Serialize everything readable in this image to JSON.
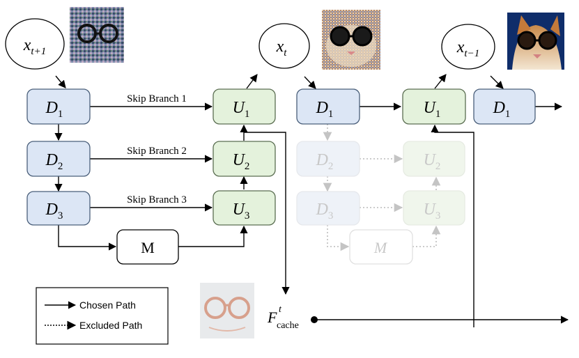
{
  "inputs": {
    "x_tp1": {
      "base": "x",
      "sub": "t+1"
    },
    "x_t": {
      "base": "x",
      "sub": "t"
    },
    "x_tm1": {
      "base": "x",
      "sub": "t−1"
    }
  },
  "step1": {
    "d1": {
      "base": "D",
      "sub": "1"
    },
    "d2": {
      "base": "D",
      "sub": "2"
    },
    "d3": {
      "base": "D",
      "sub": "3"
    },
    "u1": {
      "base": "U",
      "sub": "1"
    },
    "u2": {
      "base": "U",
      "sub": "2"
    },
    "u3": {
      "base": "U",
      "sub": "3"
    },
    "m": "M",
    "skip1": "Skip Branch 1",
    "skip2": "Skip Branch 2",
    "skip3": "Skip Branch 3"
  },
  "step2": {
    "d1": {
      "base": "D",
      "sub": "1"
    },
    "d2": {
      "base": "D",
      "sub": "2"
    },
    "d3": {
      "base": "D",
      "sub": "3"
    },
    "u1": {
      "base": "U",
      "sub": "1"
    },
    "u2": {
      "base": "U",
      "sub": "2"
    },
    "u3": {
      "base": "U",
      "sub": "3"
    },
    "m": "M"
  },
  "step3": {
    "d1": {
      "base": "D",
      "sub": "1"
    }
  },
  "cache": {
    "base": "F",
    "sup": "t",
    "sub": "cache"
  },
  "legend": {
    "chosen": "Chosen Path",
    "excluded": "Excluded Path"
  },
  "colors": {
    "down_fill": "#dce6f5",
    "down_stroke": "#4a5f7a",
    "up_fill": "#e4f2dc",
    "up_stroke": "#5b6e52",
    "faded_fill": "#f2f2f2",
    "faded_stroke": "#e0e0e0",
    "faded_text": "#c8c8c8",
    "line": "#000000",
    "dotted": "#bdbdbd"
  },
  "icons": [
    "noisy-cat-image",
    "cat-image",
    "clean-cat-image",
    "feature-map-image"
  ]
}
